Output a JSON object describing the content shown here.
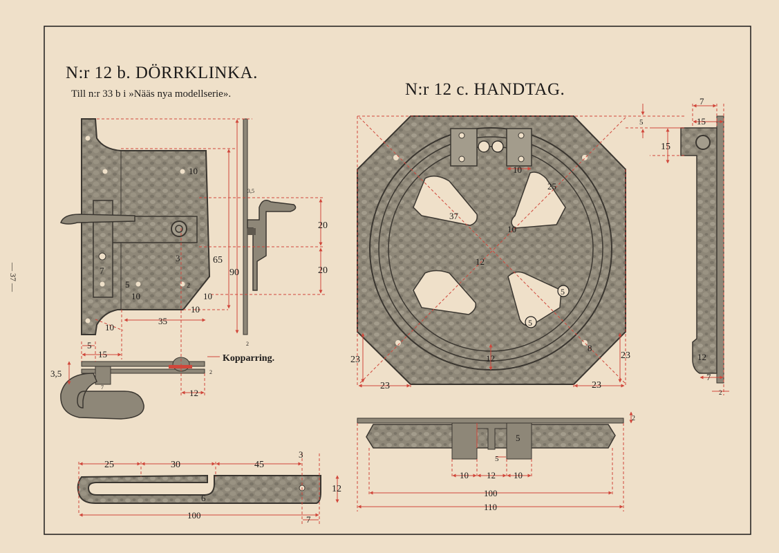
{
  "page_number": "— 37 —",
  "left": {
    "title": "N:r 12 b. DÖRRKLINKA.",
    "subtitle": "Till n:r 33 b i »Nääs nya modellserie».",
    "label_kopparring": "Kopparring.",
    "dims": {
      "d10_hole": "10",
      "d7": "7",
      "d3": "3",
      "d5_hole": "5",
      "d2_hole": "2",
      "d10_a": "10",
      "d10_b": "10",
      "d10_c": "10",
      "d35": "35",
      "d10_d": "10",
      "d65": "65",
      "d90": "90",
      "d3_5_small": "3,5",
      "d20_top": "20",
      "d20_bot": "20",
      "d2_plate": "2",
      "d5": "5",
      "d15": "15",
      "d3_5": "3,5",
      "d7_handle": "7",
      "d12": "12",
      "d2_ring": "2",
      "d25": "25",
      "d30": "30",
      "d45": "45",
      "d3_top": "3",
      "d12_bar": "12",
      "d6": "6",
      "d100": "100",
      "d7_bar": "7"
    }
  },
  "right": {
    "title": "N:r 12 c. HANDTAG.",
    "dims": {
      "d5_top": "5",
      "d15_side": "15",
      "d10_block": "10",
      "d25": "25",
      "d37": "37",
      "d10_inner": "10",
      "d12_center": "12",
      "d5_c1": "5",
      "d5_c2": "5",
      "d12_bottom": "12",
      "d8": "8",
      "d23_left": "23",
      "d23_right": "23",
      "d23_bl": "23",
      "d23_br": "23",
      "d7_side": "7",
      "d15_sidetop": "15",
      "d12_side": "12",
      "d7_sidebot": "7",
      "d2_side": "2",
      "d2_flat": "2",
      "d5_profile": "5",
      "d5_profile_small": "5",
      "d10_p1": "10",
      "d12_p": "12",
      "d10_p2": "10",
      "d100": "100",
      "d110": "110"
    }
  },
  "colors": {
    "paper": "#efe0c9",
    "ink": "#1d1b1a",
    "metal": "#8e8778",
    "metal_dark": "#5f594f",
    "dim_red": "#d0463a"
  }
}
